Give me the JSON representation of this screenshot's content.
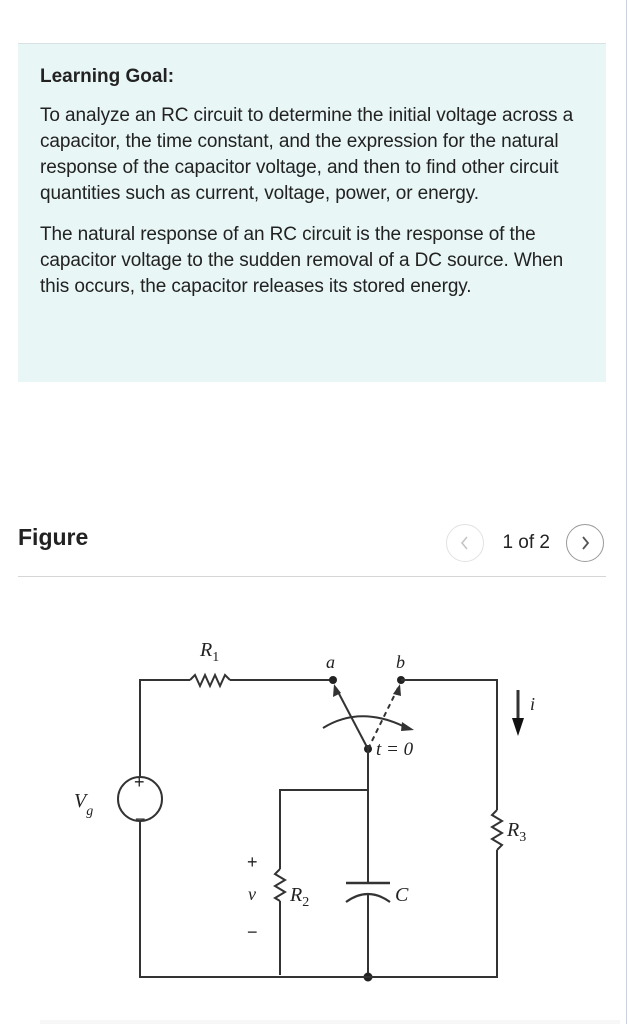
{
  "learning_goal": {
    "title": "Learning Goal:",
    "paragraphs": [
      "To analyze an RC circuit to determine the initial voltage across a capacitor, the time constant, and the expression for the natural response of the capacitor voltage, and then to find other circuit quantities such as current, voltage, power, or energy.",
      "The natural response of an RC circuit is the response of the capacitor voltage to the sudden removal of a DC source. When this occurs, the capacitor releases its stored energy."
    ]
  },
  "figure": {
    "title": "Figure",
    "pager": {
      "text": "1 of 2",
      "prev_icon": "chevron-left-icon",
      "next_icon": "chevron-right-icon",
      "prev_glyph": "‹",
      "next_glyph": "›"
    },
    "circuit": {
      "labels": {
        "r1": "R",
        "r1_sub": "1",
        "r2": "R",
        "r2_sub": "2",
        "r3": "R",
        "r3_sub": "3",
        "vg": "V",
        "vg_sub": "g",
        "node_a": "a",
        "node_b": "b",
        "switch_time": "t = 0",
        "capacitor": "C",
        "current": "i",
        "voltage": "v",
        "plus": "+",
        "minus": "−"
      }
    }
  }
}
